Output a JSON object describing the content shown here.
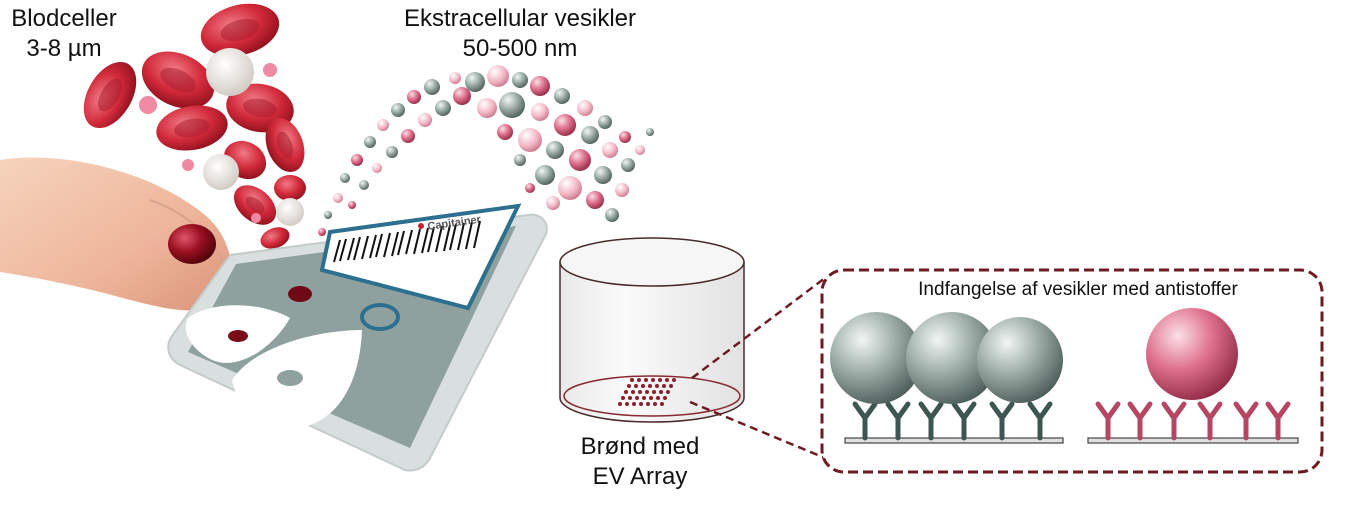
{
  "labels": {
    "blood_cells_title": "Blodceller",
    "blood_cells_size": "3-8 µm",
    "vesicles_title": "Ekstracellular vesikler",
    "vesicles_size": "50-500 nm",
    "card_brand": "Capitainer",
    "well_line1": "Brønd med",
    "well_line2": "EV Array",
    "capture_title": "Indfangelse af vesikler med antistoffer"
  },
  "colors": {
    "blood_red": "#c8202e",
    "drop_red": "#8e0d17",
    "vesicle_gray": "#7f918c",
    "vesicle_pink": "#d25d7a",
    "card_teal": "#8ea19f",
    "card_border": "#2d6f8e",
    "box_border": "#6e1a22",
    "antibody_gray": "#3d5652",
    "antibody_pink": "#b54764"
  }
}
